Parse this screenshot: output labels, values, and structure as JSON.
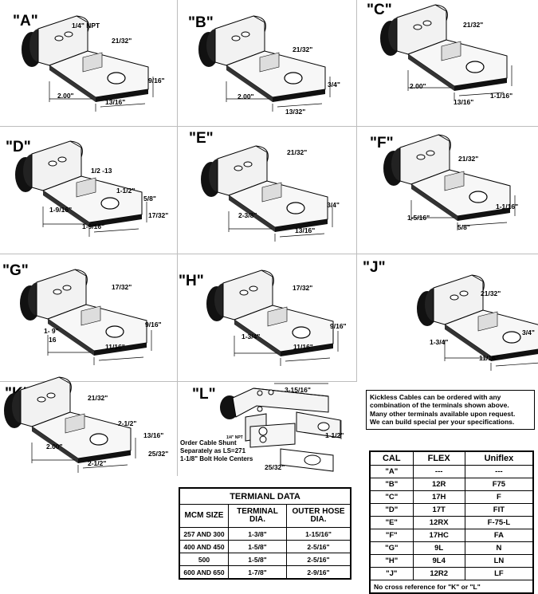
{
  "terminals": [
    {
      "label": "\"A\"",
      "dims": [
        "1/4\" NPT",
        "21/32\"",
        "9/16\"",
        "2.00\"",
        "13/16\""
      ]
    },
    {
      "label": "\"B\"",
      "dims": [
        "21/32\"",
        "3/4\"",
        "2.00\"",
        "13/32\""
      ]
    },
    {
      "label": "\"C\"",
      "dims": [
        "21/32\"",
        "2.00\"",
        "1-1/16\"",
        "13/16\""
      ]
    },
    {
      "label": "\"D\"",
      "dims": [
        "1/2 -13",
        "1-1/2\"",
        "5/8\"",
        "1-9/16\"",
        "17/32\"",
        "1-9/16\""
      ]
    },
    {
      "label": "\"E\"",
      "dims": [
        "21/32\"",
        "3/4\"",
        "2-3/8\"",
        "13/16\""
      ]
    },
    {
      "label": "\"F\"",
      "dims": [
        "21/32\"",
        "1-1/16\"",
        "1-5/16\"",
        "5/8\""
      ]
    },
    {
      "label": "\"G\"",
      "dims": [
        "17/32\"",
        "9/16\"",
        "1- 9\" ",
        "16",
        "11/16\""
      ]
    },
    {
      "label": "\"H\"",
      "dims": [
        "17/32\"",
        "9/16\"",
        "1-3/4\"",
        "11/16\""
      ]
    },
    {
      "label": "\"J\"",
      "dims": [
        "21/32\"",
        "3/4\"",
        "1-3/4\"",
        "11/16\""
      ]
    },
    {
      "label": "\"K\"",
      "dims": [
        "21/32\"",
        "2-1/2\"",
        "13/16\"",
        "2.00\"",
        "25/32\"",
        "2-1/2\""
      ]
    },
    {
      "label": "\"L\"",
      "dims": [
        "3-15/16\"",
        "1-1/2\"",
        "1/4\" NPT",
        "25/32\""
      ]
    }
  ],
  "shunt_note": [
    "Order Cable Shunt",
    "Separately as LS=271",
    "1-1/8\" Bolt Hole Centers"
  ],
  "kickless_note": [
    "Kickless Cables  can be ordered with any",
    "combination of the terminals shown above.",
    "Many other terminals available upon request.",
    "We can build special per your specifications."
  ],
  "terminal_data": {
    "title": "TERMIANL DATA",
    "headers": [
      "MCM SIZE",
      "TERMINAL DIA.",
      "OUTER HOSE DIA."
    ],
    "rows": [
      [
        "257 AND 300",
        "1-3/8\"",
        "1-15/16\""
      ],
      [
        "400 AND 450",
        "1-5/8\"",
        "2-5/16\""
      ],
      [
        "500",
        "1-5/8\"",
        "2-5/16\""
      ],
      [
        "600 AND 650",
        "1-7/8\"",
        "2-9/16\""
      ]
    ]
  },
  "cross_reference": {
    "headers": [
      "CAL",
      "FLEX",
      "Uniflex"
    ],
    "rows": [
      [
        "\"A\"",
        "---",
        "---"
      ],
      [
        "\"B\"",
        "12R",
        "F75"
      ],
      [
        "\"C\"",
        "17H",
        "F"
      ],
      [
        "\"D\"",
        "17T",
        "FIT"
      ],
      [
        "\"E\"",
        "12RX",
        "F-75-L"
      ],
      [
        "\"F\"",
        "17HC",
        "FA"
      ],
      [
        "\"G\"",
        "9L",
        "N"
      ],
      [
        "\"H\"",
        "9L4",
        "LN"
      ],
      [
        "\"J\"",
        "12R2",
        "LF"
      ]
    ],
    "footnote": "No cross reference for \"K\" or \"L\""
  }
}
